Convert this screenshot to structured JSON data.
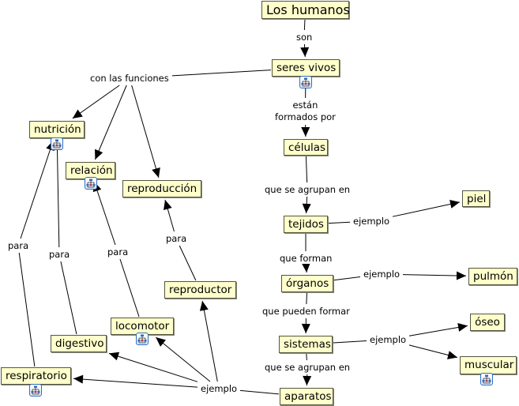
{
  "map_title": "Los humanos",
  "concepts": [
    {
      "id": "humanos",
      "label": "Los humanos",
      "has_resource": false
    },
    {
      "id": "seres_vivos",
      "label": "seres vivos",
      "has_resource": true
    },
    {
      "id": "nutricion",
      "label": "nutrición",
      "has_resource": true
    },
    {
      "id": "relacion",
      "label": "relación",
      "has_resource": true
    },
    {
      "id": "reproduccion",
      "label": "reproducción",
      "has_resource": false
    },
    {
      "id": "celulas",
      "label": "células",
      "has_resource": false
    },
    {
      "id": "tejidos",
      "label": "tejidos",
      "has_resource": false
    },
    {
      "id": "piel",
      "label": "piel",
      "has_resource": false
    },
    {
      "id": "organos",
      "label": "órganos",
      "has_resource": false
    },
    {
      "id": "pulmon",
      "label": "pulmón",
      "has_resource": false
    },
    {
      "id": "sistemas",
      "label": "sistemas",
      "has_resource": false
    },
    {
      "id": "oseo",
      "label": "óseo",
      "has_resource": false
    },
    {
      "id": "muscular",
      "label": "muscular",
      "has_resource": true
    },
    {
      "id": "aparatos",
      "label": "aparatos",
      "has_resource": false
    },
    {
      "id": "reproductor",
      "label": "reproductor",
      "has_resource": false
    },
    {
      "id": "locomotor",
      "label": "locomotor",
      "has_resource": true
    },
    {
      "id": "digestivo",
      "label": "digestivo",
      "has_resource": false
    },
    {
      "id": "respiratorio",
      "label": "respiratorio",
      "has_resource": true
    }
  ],
  "linking_phrases": [
    {
      "id": "son",
      "label": "son"
    },
    {
      "id": "con_funciones",
      "label": "con las funciones"
    },
    {
      "id": "estan_formados",
      "label": "están\nformados por"
    },
    {
      "id": "agrupan1",
      "label": "que se agrupan en"
    },
    {
      "id": "ejemplo_tejidos",
      "label": "ejemplo"
    },
    {
      "id": "que_forman",
      "label": "que forman"
    },
    {
      "id": "ejemplo_organos",
      "label": "ejemplo"
    },
    {
      "id": "pueden_formar",
      "label": "que pueden formar"
    },
    {
      "id": "ejemplo_sistemas",
      "label": "ejemplo"
    },
    {
      "id": "agrupan2",
      "label": "que se agrupan en"
    },
    {
      "id": "ejemplo_aparatos",
      "label": "ejemplo"
    },
    {
      "id": "para_reproductor",
      "label": "para"
    },
    {
      "id": "para_locomotor",
      "label": "para"
    },
    {
      "id": "para_digestivo",
      "label": "para"
    },
    {
      "id": "para_respiratorio",
      "label": "para"
    }
  ],
  "connections": [
    {
      "from": "humanos",
      "via": "son",
      "to": [
        "seres_vivos"
      ]
    },
    {
      "from": "seres_vivos",
      "via": "con_funciones",
      "to": [
        "nutricion",
        "relacion",
        "reproduccion"
      ]
    },
    {
      "from": "seres_vivos",
      "via": "estan_formados",
      "to": [
        "celulas"
      ]
    },
    {
      "from": "celulas",
      "via": "agrupan1",
      "to": [
        "tejidos"
      ]
    },
    {
      "from": "tejidos",
      "via": "ejemplo_tejidos",
      "to": [
        "piel"
      ]
    },
    {
      "from": "tejidos",
      "via": "que_forman",
      "to": [
        "organos"
      ]
    },
    {
      "from": "organos",
      "via": "ejemplo_organos",
      "to": [
        "pulmon"
      ]
    },
    {
      "from": "organos",
      "via": "pueden_formar",
      "to": [
        "sistemas"
      ]
    },
    {
      "from": "sistemas",
      "via": "ejemplo_sistemas",
      "to": [
        "oseo",
        "muscular"
      ]
    },
    {
      "from": "sistemas",
      "via": "agrupan2",
      "to": [
        "aparatos"
      ]
    },
    {
      "from": "aparatos",
      "via": "ejemplo_aparatos",
      "to": [
        "reproductor",
        "locomotor",
        "digestivo",
        "respiratorio"
      ]
    },
    {
      "from": "reproductor",
      "via": "para_reproductor",
      "to": [
        "reproduccion"
      ]
    },
    {
      "from": "locomotor",
      "via": "para_locomotor",
      "to": [
        "relacion"
      ]
    },
    {
      "from": "digestivo",
      "via": "para_digestivo",
      "to": [
        "nutricion"
      ]
    },
    {
      "from": "respiratorio",
      "via": "para_respiratorio",
      "to": [
        "nutricion"
      ]
    }
  ],
  "icons": {
    "resource": "submap-hierarchy-icon"
  },
  "colors": {
    "concept_fill": "#ffffcc",
    "concept_border": "#555544",
    "line": "#000000",
    "resource_icon_border": "#2e6fc4"
  }
}
